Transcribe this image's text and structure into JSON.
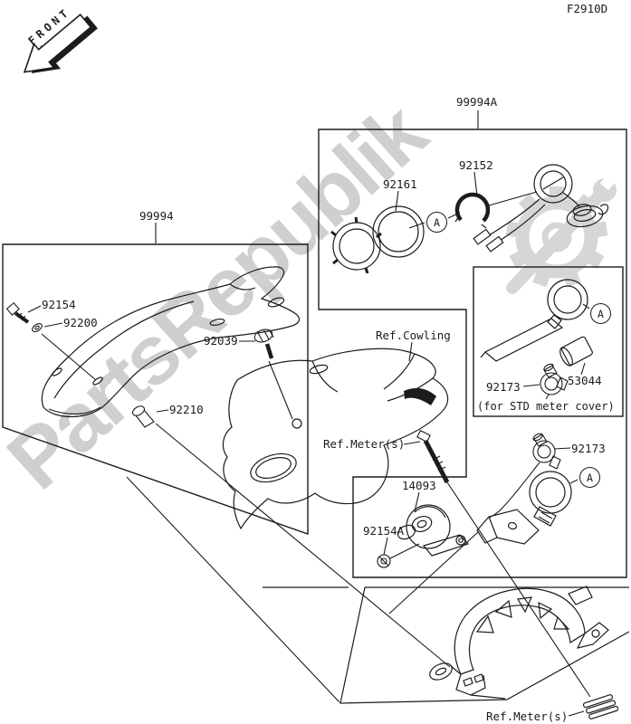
{
  "labels": {
    "figure_code": "F2910D",
    "front": "FRONT",
    "kit_left": "99994",
    "kit_right": "99994A",
    "p92161": "92161",
    "p92152": "92152",
    "p92154": "92154",
    "p92200": "92200",
    "p92039": "92039",
    "p92210": "92210",
    "p92173_std": "92173",
    "p53044": "53044",
    "p92173_lower": "92173",
    "p14093": "14093",
    "p92154a": "92154A",
    "ref_cowling": "Ref.Cowling",
    "ref_meters_mid": "Ref.Meter(s)",
    "ref_meters_bottom": "Ref.Meter(s)",
    "std_note": "(for STD meter cover)",
    "callout_a": "A"
  },
  "watermark": {
    "text": "PartsRepublik",
    "color": "#c4c4c4"
  },
  "colors": {
    "line": "#1c1c1c",
    "background": "#ffffff",
    "watermark_gray": "#c4c4c4"
  }
}
